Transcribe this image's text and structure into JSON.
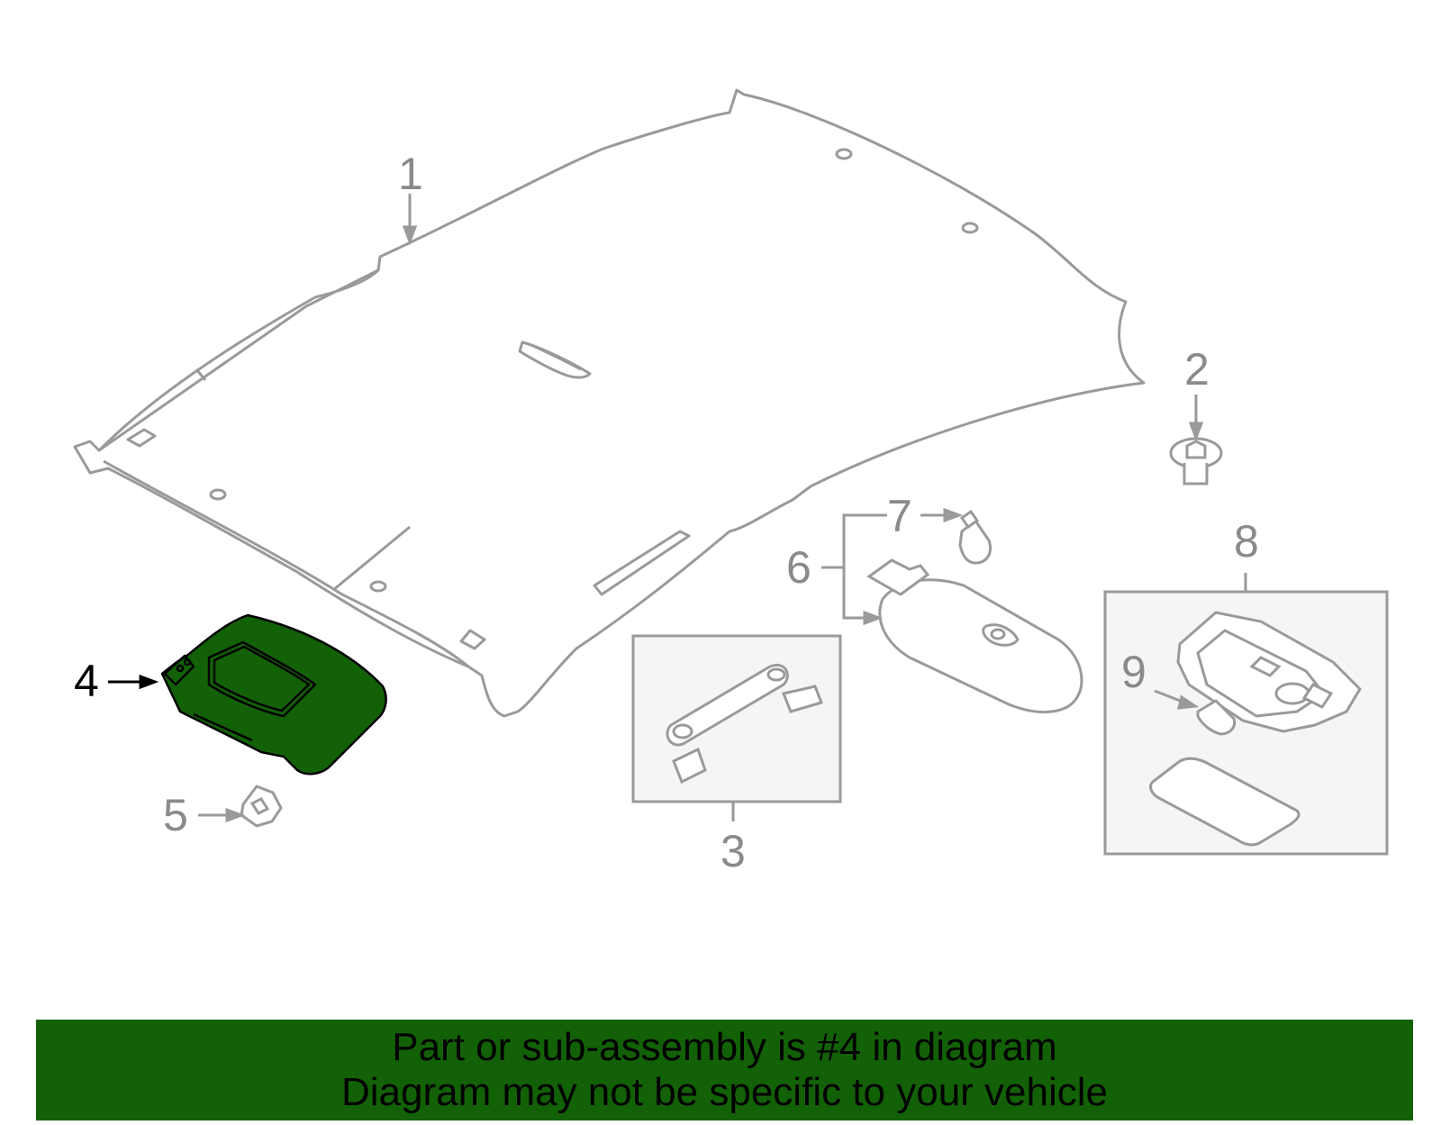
{
  "callouts": {
    "c1": "1",
    "c2": "2",
    "c3": "3",
    "c4": "4",
    "c5": "5",
    "c6": "6",
    "c7": "7",
    "c8": "8",
    "c9": "9"
  },
  "highlight": {
    "part_number": "4",
    "color": "#136106"
  },
  "colors": {
    "line_grey": "#9a9a9a",
    "label_grey": "#8a8a8a",
    "highlight_green": "#136106",
    "banner_green": "#136106"
  },
  "banner": {
    "line1": "Part or sub-assembly is #4 in diagram",
    "line2": "Diagram may not be specific to your vehicle"
  }
}
